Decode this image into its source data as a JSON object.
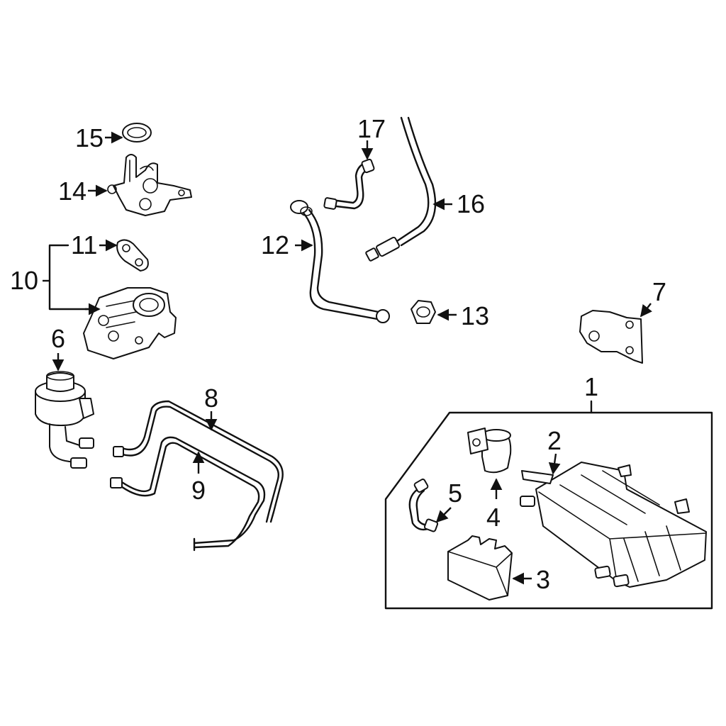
{
  "colors": {
    "line": "#111111",
    "background": "#ffffff"
  },
  "callouts": {
    "c1": "1",
    "c2": "2",
    "c3": "3",
    "c4": "4",
    "c5": "5",
    "c6": "6",
    "c7": "7",
    "c8": "8",
    "c9": "9",
    "c10": "10",
    "c11": "11",
    "c12": "12",
    "c13": "13",
    "c14": "14",
    "c15": "15",
    "c16": "16",
    "c17": "17"
  }
}
